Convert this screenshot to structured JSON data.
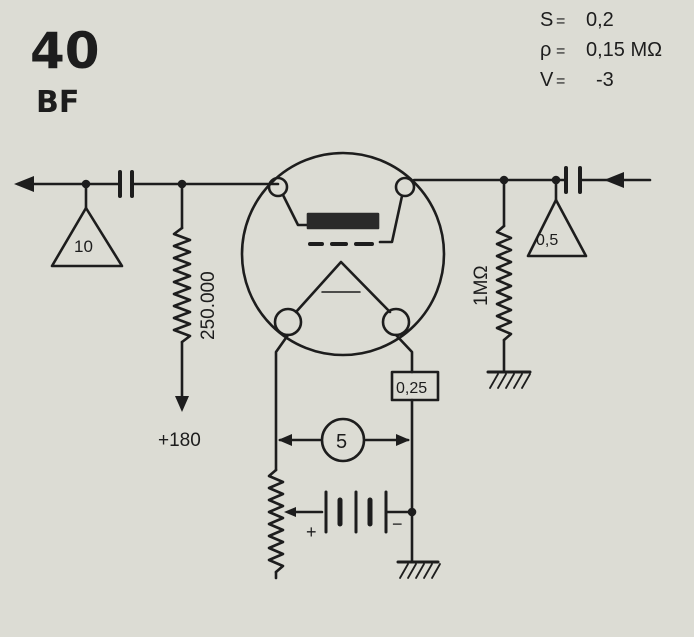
{
  "header": {
    "number": "40",
    "code": "BF"
  },
  "params": {
    "s_label": "S",
    "s_value": "0,2",
    "rho_label": "ρ",
    "rho_value": "0,15 MΩ",
    "v_label": "V",
    "v_value": "-3"
  },
  "labels": {
    "gain_left": "10",
    "gain_right": "0,5",
    "resistor_plate": "250.000",
    "resistor_grid": "1MΩ",
    "cathode_res": "0,25",
    "supply": "+180",
    "meter": "5",
    "bat_plus": "+",
    "bat_minus": "−"
  },
  "colors": {
    "paper": "#dcdcd4",
    "ink": "#1d1d1d"
  }
}
